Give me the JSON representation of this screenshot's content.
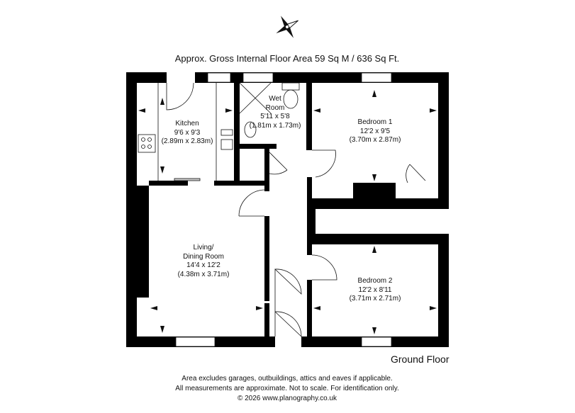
{
  "title": "Approx. Gross Internal Floor Area 59 Sq M / 636 Sq Ft.",
  "floor_label": "Ground Floor",
  "rooms": {
    "kitchen": {
      "name": "Kitchen",
      "imperial": "9'6 x 9'3",
      "metric": "(2.89m x 2.83m)"
    },
    "wet_room": {
      "name1": "Wet",
      "name2": "Room",
      "imperial": "5'11 x 5'8",
      "metric": "(1.81m x 1.73m)"
    },
    "bedroom1": {
      "name": "Bedroom 1",
      "imperial": "12'2 x 9'5",
      "metric": "(3.70m x 2.87m)"
    },
    "living": {
      "name1": "Living/",
      "name2": "Dining Room",
      "imperial": "14'4 x 12'2",
      "metric": "(4.38m x 3.71m)"
    },
    "bedroom2": {
      "name": "Bedroom 2",
      "imperial": "12'2 x 8'11",
      "metric": "(3.71m x 2.71m)"
    }
  },
  "footer": {
    "line1": "Area excludes garages, outbuildings, attics and eaves if applicable.",
    "line2": "All measurements are approximate. Not to scale. For identification only.",
    "line3": "© 2026 www.planography.co.uk"
  },
  "icons": {
    "compass": "compass-rose-icon"
  }
}
